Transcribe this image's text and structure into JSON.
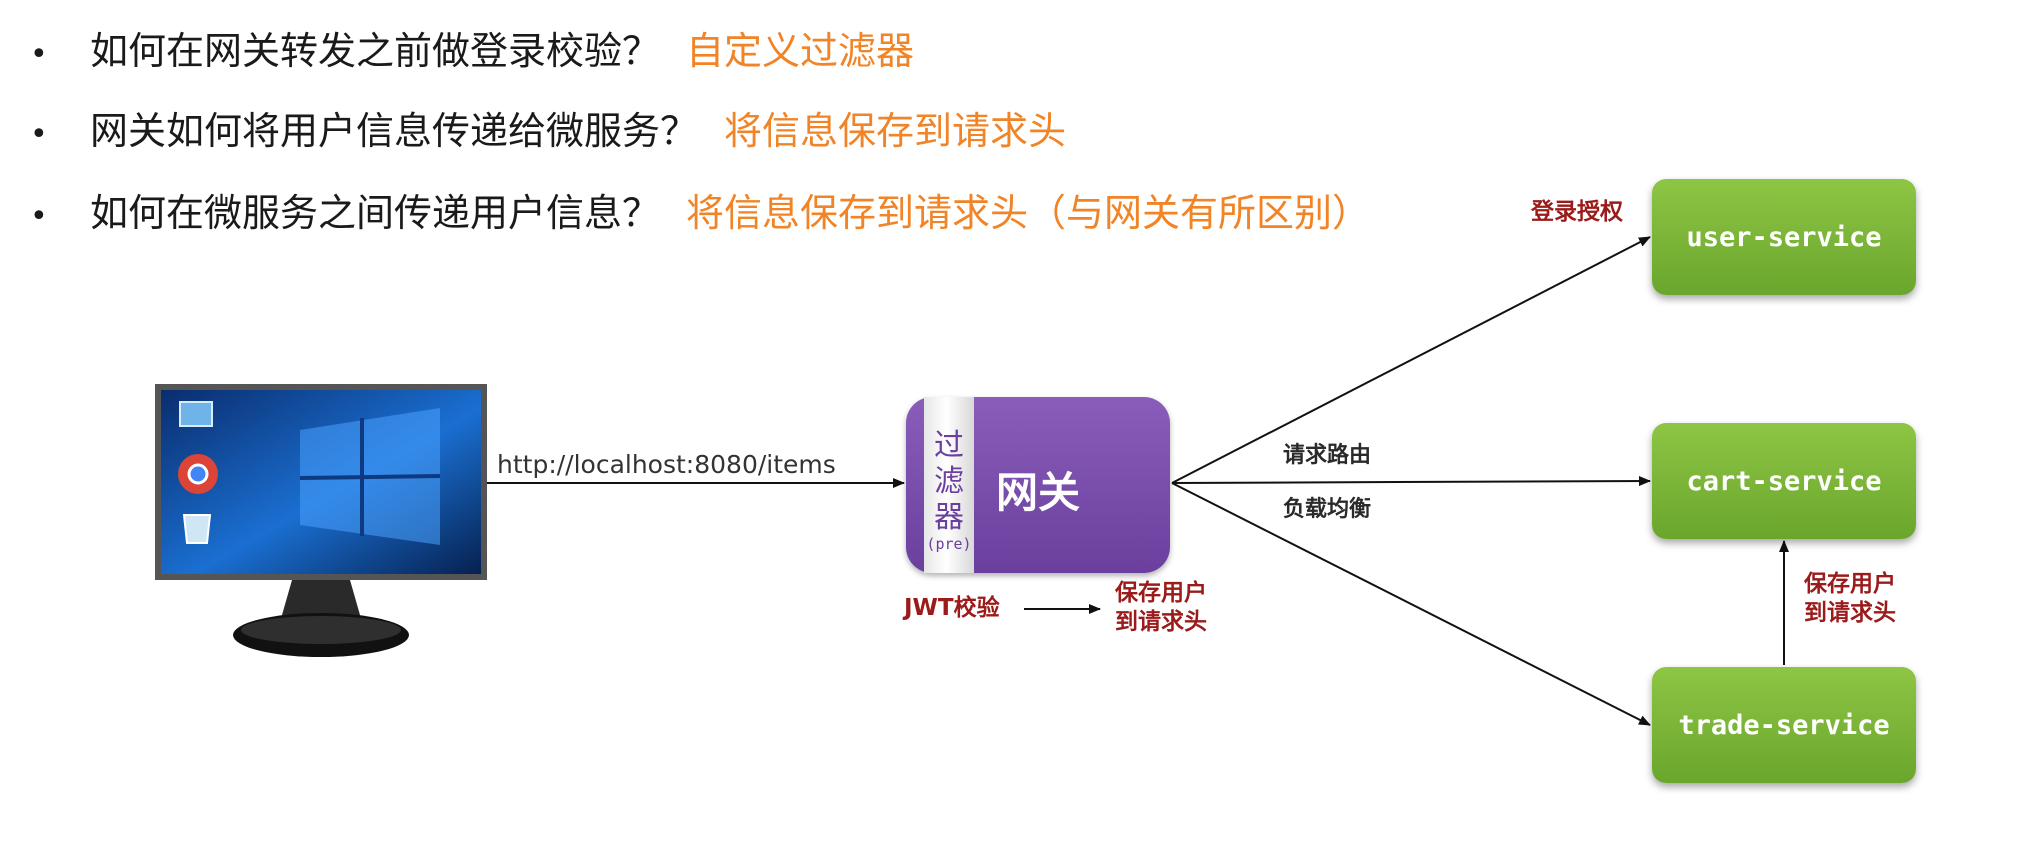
{
  "bullets": [
    {
      "bullet": "•",
      "question": "如何在网关转发之前做登录校验？",
      "answer": "自定义过滤器"
    },
    {
      "bullet": "•",
      "question": "网关如何将用户信息传递给微服务？",
      "answer": "将信息保存到请求头"
    },
    {
      "bullet": "•",
      "question": "如何在微服务之间传递用户信息？",
      "answer": "将信息保存到请求头（与网关有所区别）"
    }
  ],
  "diagram": {
    "client_url": "http://localhost:8080/items",
    "gateway": {
      "title": "网关",
      "filter_chars": [
        "过",
        "滤",
        "器"
      ],
      "filter_note": "(pre)"
    },
    "jwt_label": "JWT校验",
    "gateway_save": [
      "保存用户",
      "到请求头"
    ],
    "route_labels": [
      "请求路由",
      "负载均衡"
    ],
    "login_label": "登录授权",
    "services": [
      "user-service",
      "cart-service",
      "trade-service"
    ],
    "trade_to_cart_label": [
      "保存用户",
      "到请求头"
    ]
  },
  "colors": {
    "answer": "#f08426",
    "gateway": "#6a3f9d",
    "service": "#7cb637",
    "label_red": "#9b1a1a"
  }
}
